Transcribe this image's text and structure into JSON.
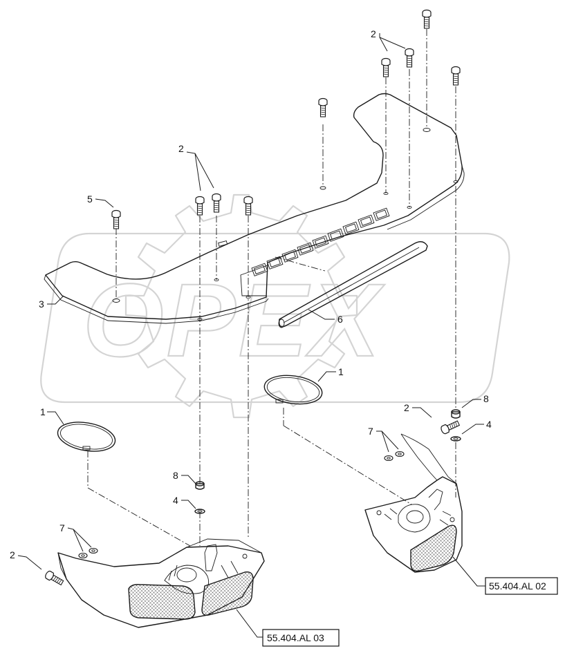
{
  "diagram": {
    "watermark": "OPEX",
    "callouts": [
      {
        "id": "c1a",
        "label": "1"
      },
      {
        "id": "c1b",
        "label": "1"
      },
      {
        "id": "c2a",
        "label": "2"
      },
      {
        "id": "c2b",
        "label": "2"
      },
      {
        "id": "c2c",
        "label": "2"
      },
      {
        "id": "c2d",
        "label": "2"
      },
      {
        "id": "c3",
        "label": "3"
      },
      {
        "id": "c4a",
        "label": "4"
      },
      {
        "id": "c4b",
        "label": "4"
      },
      {
        "id": "c5",
        "label": "5"
      },
      {
        "id": "c6",
        "label": "6"
      },
      {
        "id": "c7a",
        "label": "7"
      },
      {
        "id": "c7b",
        "label": "7"
      },
      {
        "id": "c8a",
        "label": "8"
      },
      {
        "id": "c8b",
        "label": "8"
      }
    ],
    "references": [
      {
        "id": "refL",
        "label": "55.404.AL 03"
      },
      {
        "id": "refR",
        "label": "55.404.AL 02"
      }
    ]
  }
}
